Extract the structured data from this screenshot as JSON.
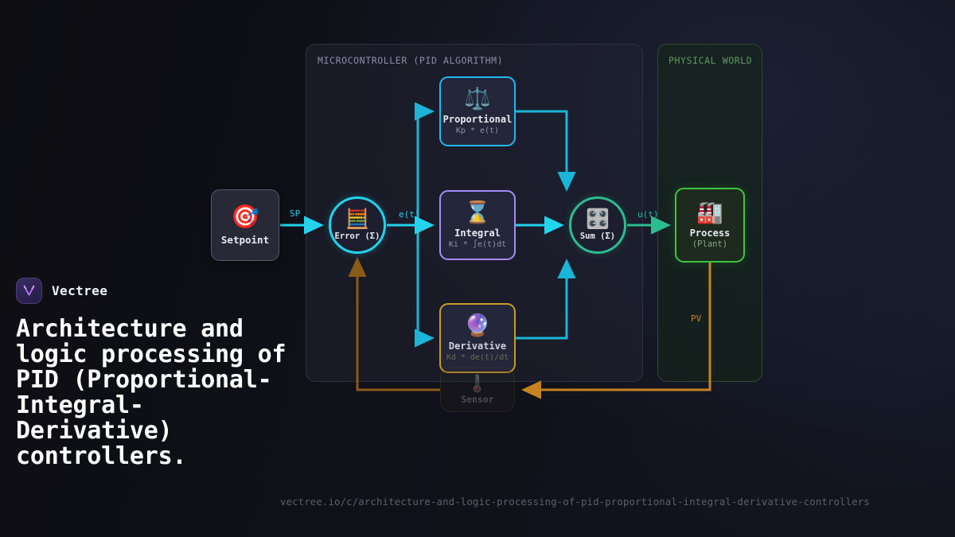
{
  "brand": {
    "name": "Vectree",
    "logo_icon": "vectree-v-tree-logo",
    "logo_bg": "#2b2350",
    "logo_accent": "#c77dff"
  },
  "headline": "Architecture and logic processing of PID (Proportional-Integral-Derivative) controllers.",
  "footer": {
    "url": "vectree.io/c/architecture-and-logic-processing-of-pid-proportional-integral-derivative-controllers"
  },
  "diagram": {
    "zones": [
      {
        "id": "mcu",
        "label": "MICROCONTROLLER (PID ALGORITHM)",
        "border_color": "#2d3044",
        "label_color": "#8b8fa3"
      },
      {
        "id": "world",
        "label": "PHYSICAL WORLD",
        "border_color": "#2c4a2e",
        "label_color": "#5f9a63"
      }
    ],
    "nodes": [
      {
        "id": "setpoint",
        "title": "Setpoint",
        "formula": "",
        "icon": "target-dart-icon",
        "glyph": "🎯",
        "accent": "#565a6e"
      },
      {
        "id": "error",
        "title": "Error (Σ)",
        "formula": "",
        "icon": "abacus-icon",
        "glyph": "🧮",
        "accent": "#22d3ee"
      },
      {
        "id": "proportional",
        "title": "Proportional",
        "formula": "Kp * e(t)",
        "icon": "balance-scale-icon",
        "glyph": "⚖️",
        "accent": "#22b8f0"
      },
      {
        "id": "integral",
        "title": "Integral",
        "formula": "Ki * ∫e(t)dt",
        "icon": "hourglass-icon",
        "glyph": "⌛",
        "accent": "#a78bfa"
      },
      {
        "id": "derivative",
        "title": "Derivative",
        "formula": "Kd * de(t)/dt",
        "icon": "crystal-ball-icon",
        "glyph": "🔮",
        "accent": "#c79a2a"
      },
      {
        "id": "sum",
        "title": "Sum (Σ)",
        "formula": "",
        "icon": "control-knobs-icon",
        "glyph": "🎛️",
        "accent": "#2bbd8f"
      },
      {
        "id": "process",
        "title": "Process",
        "formula": "(Plant)",
        "icon": "factory-icon",
        "glyph": "🏭",
        "accent": "#3fc43f"
      },
      {
        "id": "sensor",
        "title": "Sensor",
        "formula": "",
        "icon": "thermometer-icon",
        "glyph": "🌡️",
        "accent": "#c79a2a"
      }
    ],
    "edge_labels": [
      {
        "id": "sp",
        "text": "SP",
        "color": "#22d3ee"
      },
      {
        "id": "et",
        "text": "e(t)",
        "color": "#22d3ee"
      },
      {
        "id": "ut",
        "text": "u(t)",
        "color": "#2bbd8f"
      },
      {
        "id": "pv",
        "text": "PV",
        "color": "#c8821f"
      }
    ],
    "colors": {
      "signal_cyan": "#22d3ee",
      "branch_cyan": "#1ab5d8",
      "output_green": "#2bbd8f",
      "feedback_orange": "#c8821f"
    }
  }
}
